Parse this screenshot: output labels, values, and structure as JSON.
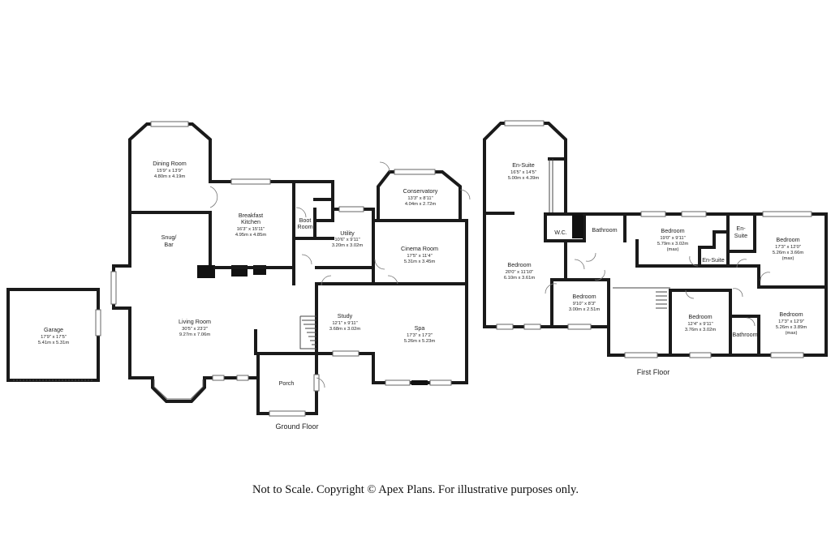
{
  "floors": {
    "ground": "Ground Floor",
    "first": "First Floor"
  },
  "rooms": {
    "garage": {
      "name": "Garage",
      "imperial": "17'9\" x 17'5\"",
      "metric": "5.41m x 5.31m"
    },
    "dining": {
      "name": "Dining Room",
      "imperial": "15'9\" x 13'9\"",
      "metric": "4.80m x 4.19m"
    },
    "kitchen": {
      "name": "Breakfast Kitchen",
      "line1": "Breakfast",
      "line2": "Kitchen",
      "imperial": "16'3\" x 15'11\"",
      "metric": "4.95m x 4.85m"
    },
    "boot": {
      "name": "Boot Room",
      "line1": "Boot",
      "line2": "Room"
    },
    "utility": {
      "name": "Utility",
      "imperial": "10'6\" x 9'11\"",
      "metric": "3.20m x 3.02m"
    },
    "conservatory": {
      "name": "Conservatory",
      "imperial": "13'3\" x 8'11\"",
      "metric": "4.04m x 2.72m"
    },
    "snug": {
      "name": "Snug/ Bar",
      "line1": "Snug/",
      "line2": "Bar"
    },
    "cinema": {
      "name": "Cinema Room",
      "imperial": "17'5\" x 11'4\"",
      "metric": "5.31m x 3.45m"
    },
    "living": {
      "name": "Living Room",
      "imperial": "30'5\" x 23'2\"",
      "metric": "9.27m x 7.06m"
    },
    "study": {
      "name": "Study",
      "imperial": "12'1\" x 9'11\"",
      "metric": "3.68m x 3.02m"
    },
    "spa": {
      "name": "Spa",
      "imperial": "17'3\" x 17'2\"",
      "metric": "5.26m x 5.23m"
    },
    "porch": {
      "name": "Porch"
    },
    "ensuite_main": {
      "name": "En-Suite",
      "imperial": "16'5\" x 14'5\"",
      "metric": "5.00m x 4.39m"
    },
    "wc": {
      "name": "W.C."
    },
    "bathroom_top": {
      "name": "Bathroom"
    },
    "bed_main": {
      "name": "Bedroom",
      "imperial": "20'0\" x 11'10\"",
      "metric": "6.10m x 3.61m"
    },
    "bed_small": {
      "name": "Bedroom",
      "imperial": "9'10\" x 8'3\"",
      "metric": "3.00m x 2.51m"
    },
    "bed_mid_top": {
      "name": "Bedroom",
      "imperial": "19'0\" x 9'11\"",
      "metric": "5.79m x 3.02m",
      "note": "(max)"
    },
    "ensuite_mid": {
      "name": "En-Suite"
    },
    "ensuite_right": {
      "name": "En-Suite",
      "line1": "En-",
      "line2": "Suite"
    },
    "bed_right_top": {
      "name": "Bedroom",
      "imperial": "17'3\" x 12'0\"",
      "metric": "5.26m x 3.66m",
      "note": "(max)"
    },
    "bed_lower_mid": {
      "name": "Bedroom",
      "imperial": "12'4\" x 9'11\"",
      "metric": "3.76m x 3.02m"
    },
    "bed_lower_right": {
      "name": "Bedroom",
      "imperial": "17'3\" x 12'9\"",
      "metric": "5.26m x 3.89m",
      "note": "(max)"
    },
    "bathroom_low": {
      "name": "Bathroom"
    }
  },
  "footer": "Not to Scale. Copyright © Apex Plans. For illustrative purposes only."
}
